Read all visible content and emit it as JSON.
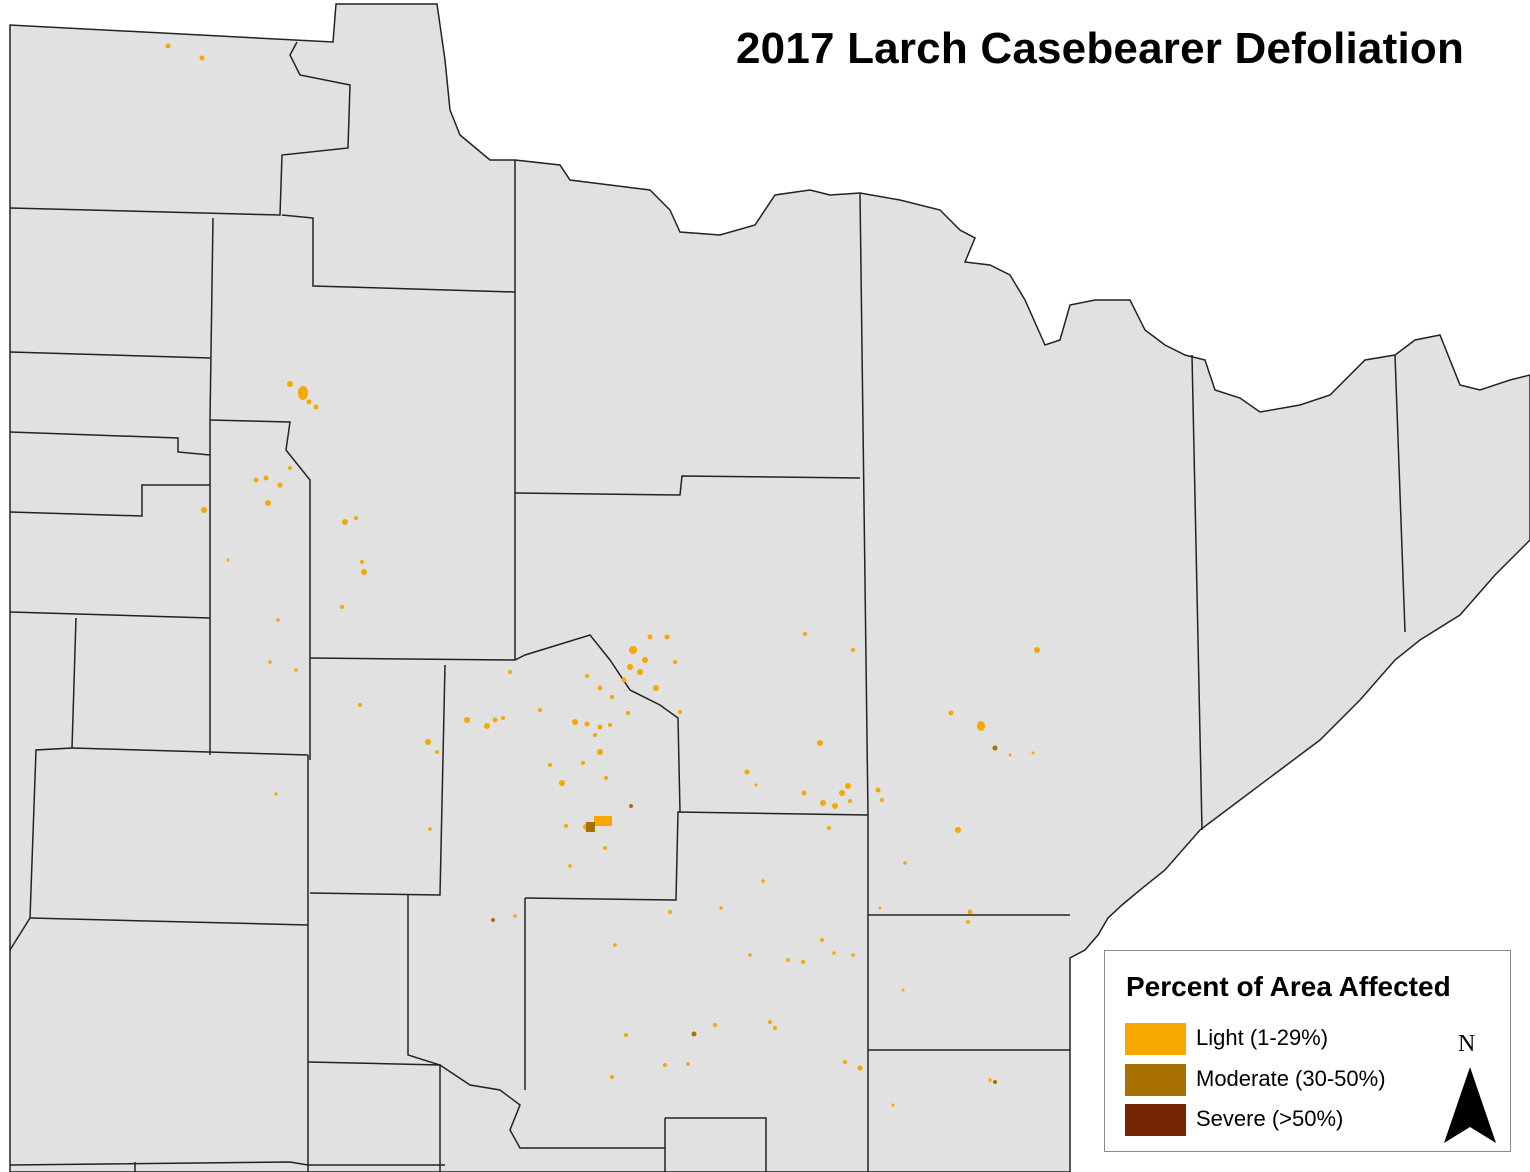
{
  "map": {
    "title": "2017 Larch Casebearer Defoliation",
    "colors": {
      "land": "#e1e1e1",
      "water": "#ffffff",
      "boundary": "#222222"
    }
  },
  "legend": {
    "title": "Percent of Area Affected",
    "items": [
      {
        "label": "Light (1-29%)",
        "color": "#f6a800"
      },
      {
        "label": "Moderate (30-50%)",
        "color": "#a87000"
      },
      {
        "label": "Severe (>50%)",
        "color": "#732400"
      }
    ]
  },
  "north_arrow": {
    "label": "N",
    "icon": "north-arrow-icon"
  }
}
